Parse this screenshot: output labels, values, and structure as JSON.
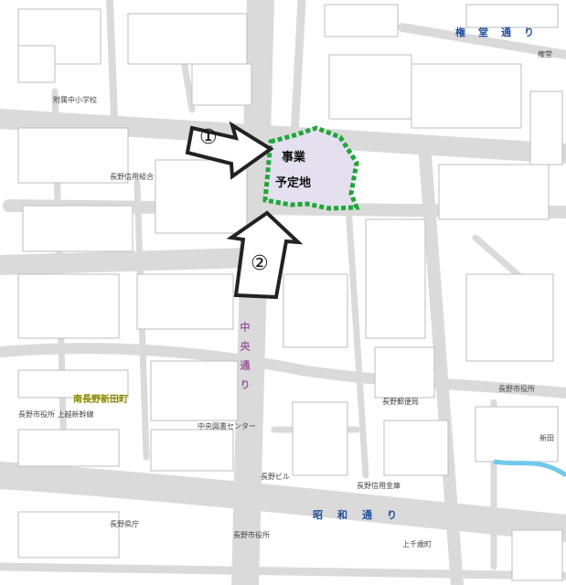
{
  "site": {
    "label_line1": "事業",
    "label_line2": "予定地",
    "fill_color": "#e4e0ef",
    "border_color": "#1fa63a"
  },
  "approaches": [
    {
      "marker": "①",
      "arrow_color": "#222222"
    },
    {
      "marker": "②",
      "arrow_color": "#222222"
    }
  ],
  "streets": {
    "top": "権堂通り",
    "chuo_vertical": "中央通り",
    "showa": "昭和通り"
  },
  "place_labels": {
    "yellow_district": "南長野新田町",
    "school_top_left": "附属中小学校",
    "hotel_left": "長野信用組合",
    "center": "中央図書センター",
    "bank_right": "長野市役所",
    "post_right": "長野郵便局",
    "bottom_bank": "長野信用金庫",
    "bottom_store": "長野ビル",
    "bottom_right": "上千歳町",
    "bottom_left_1": "長野県庁",
    "bottom_left_2": "長野市役所",
    "left_mid": "長野市役所 上越新幹線",
    "right_edge_1": "権堂",
    "right_edge_2": "新田"
  },
  "colors": {
    "road": "#dadada",
    "block_stroke": "#bdbdbd",
    "water": "#6fc9ea"
  }
}
